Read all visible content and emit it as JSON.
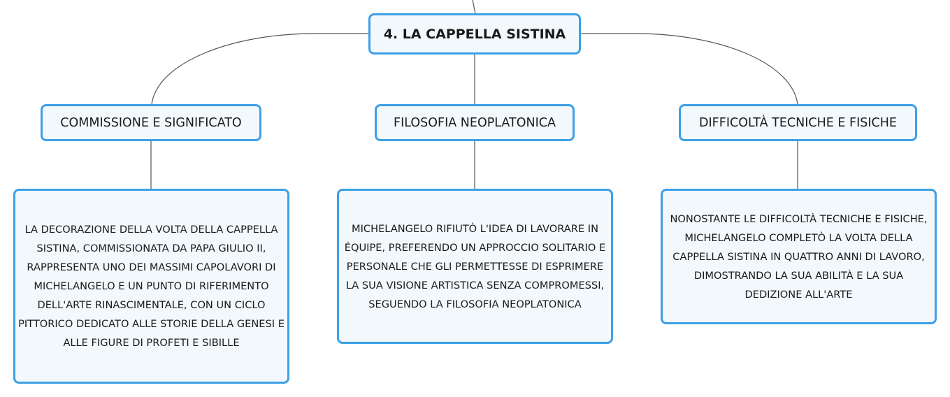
{
  "root": {
    "label": "4. LA CAPPELLA SISTINA"
  },
  "branches": [
    {
      "topic": "COMMISSIONE E SIGNIFICATO",
      "detail": "LA DECORAZIONE DELLA VOLTA DELLA CAPPELLA SISTINA, COMMISSIONATA DA PAPA GIULIO II, RAPPRESENTA UNO DEI MASSIMI CAPOLAVORI DI MICHELANGELO E UN PUNTO DI RIFERIMENTO DELL'ARTE RINASCIMENTALE, CON UN CICLO PITTORICO DEDICATO ALLE STORIE DELLA GENESI E ALLE FIGURE DI PROFETI E SIBILLE"
    },
    {
      "topic": "FILOSOFIA NEOPLATONICA",
      "detail": "MICHELANGELO RIFIUTÒ L'IDEA DI LAVORARE IN ÉQUIPE, PREFERENDO UN APPROCCIO SOLITARIO E PERSONALE CHE GLI PERMETTESSE DI ESPRIMERE LA SUA VISIONE ARTISTICA SENZA COMPROMESSI, SEGUENDO LA FILOSOFIA NEOPLATONICA"
    },
    {
      "topic": "DIFFICOLTÀ TECNICHE E FISICHE",
      "detail": "NONOSTANTE LE DIFFICOLTÀ TECNICHE E FISICHE, MICHELANGELO COMPLETÒ LA VOLTA DELLA CAPPELLA SISTINA IN QUATTRO ANNI DI LAVORO, DIMOSTRANDO LA SUA ABILITÀ E LA SUA DEDIZIONE ALL'ARTE"
    }
  ],
  "colors": {
    "node_border": "#3da0e6",
    "node_fill": "#f2f8fc",
    "connector": "#555555",
    "text": "#1a1a1a"
  }
}
